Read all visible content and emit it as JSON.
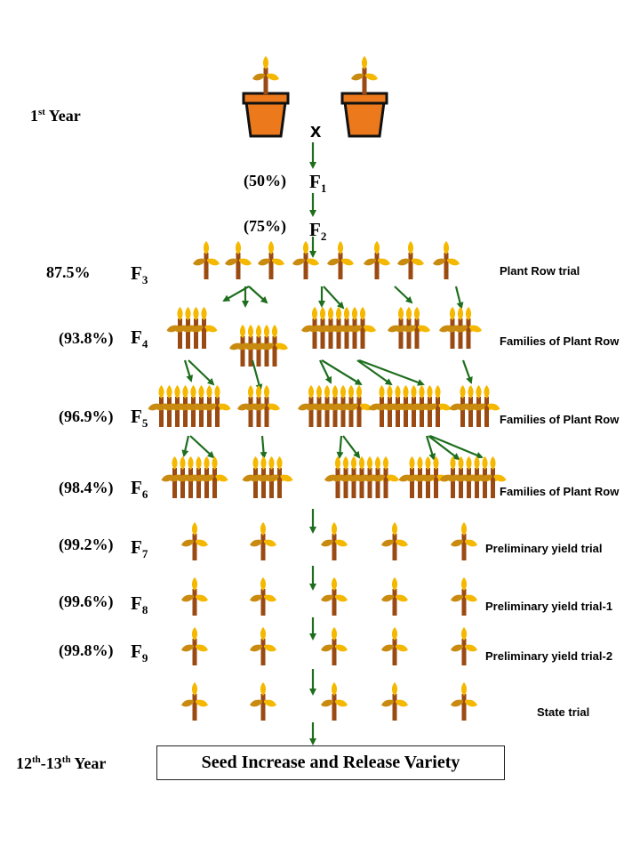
{
  "cross_symbol": "x",
  "years": {
    "first": "1",
    "first_sup": "st",
    "first_suffix": " Year",
    "last_a": "12",
    "last_a_sup": "th",
    "last_dash": "-",
    "last_b": "13",
    "last_b_sup": "th",
    "last_suffix": " Year"
  },
  "generations": [
    {
      "pct": "(50%)",
      "letter": "F",
      "sub": "1",
      "label": ""
    },
    {
      "pct": "(75%)",
      "letter": "F",
      "sub": "2",
      "label": ""
    },
    {
      "pct": "87.5%",
      "letter": "F",
      "sub": "3",
      "label": "Plant Row trial"
    },
    {
      "pct": "(93.8%)",
      "letter": "F",
      "sub": "4",
      "label": "Families of Plant Row"
    },
    {
      "pct": "(96.9%)",
      "letter": "F",
      "sub": "5",
      "label": "Families of Plant Row"
    },
    {
      "pct": "(98.4%)",
      "letter": "F",
      "sub": "6",
      "label": "Families of Plant Row"
    },
    {
      "pct": "(99.2%)",
      "letter": "F",
      "sub": "7",
      "label": "Preliminary yield trial"
    },
    {
      "pct": "(99.6%)",
      "letter": "F",
      "sub": "8",
      "label": "Preliminary yield trial-1"
    },
    {
      "pct": "(99.8%)",
      "letter": "F",
      "sub": "9",
      "label": "Preliminary yield trial-2"
    }
  ],
  "state_trial_label": "State trial",
  "final_box": "Seed Increase and Release Variety",
  "colors": {
    "arrow": "#1e6e1e",
    "stem": "#9a4a12",
    "leaf_gold": "#f5b800",
    "leaf_brown": "#c98a10",
    "pot": "#ec7a1c",
    "pot_outline": "#111111"
  }
}
